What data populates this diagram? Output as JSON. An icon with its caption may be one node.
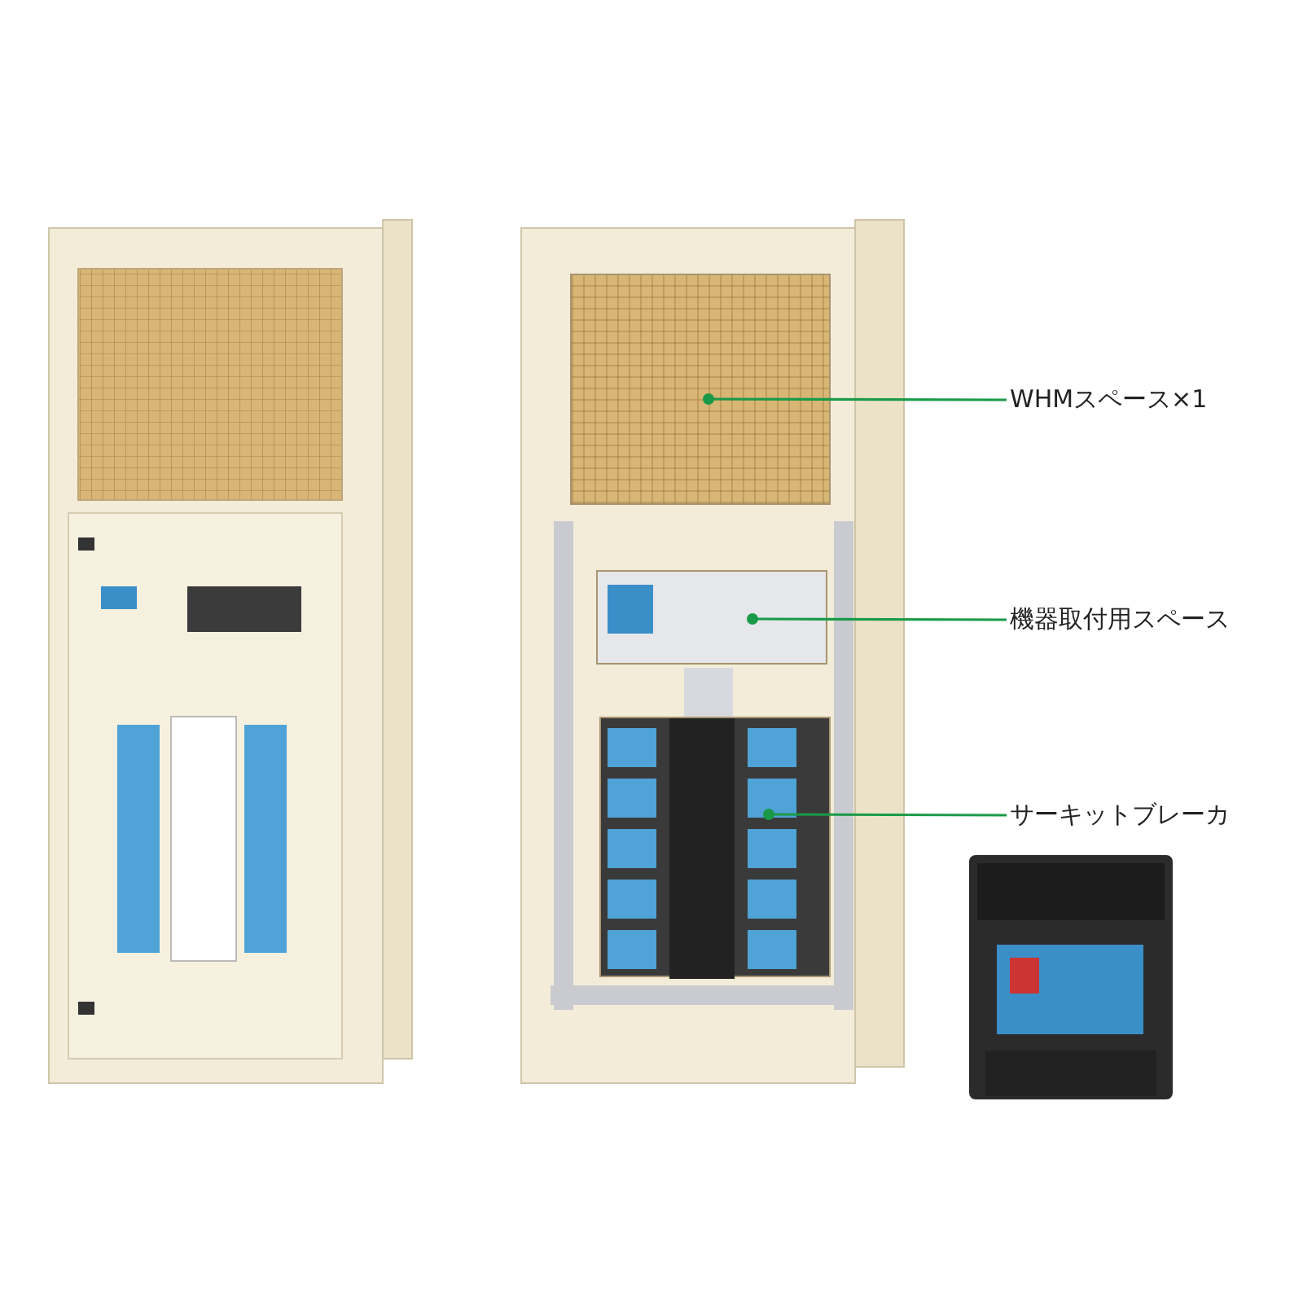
{
  "diagram": {
    "nodes": [
      {
        "text": [
          "WHMスペース×1"
        ]
      },
      {
        "text": [
          "機器取付用スペース"
        ]
      },
      {
        "text": [
          "サーキットブレーカ"
        ]
      },
      {
        "text": [],
        "shape": "box"
      },
      {
        "text": [],
        "shape": "box"
      },
      {
        "text": [],
        "shape": "box"
      }
    ],
    "edges": [
      {
        "from": 0,
        "to": 3,
        "arrow": "other"
      },
      {
        "from": 1,
        "to": 4,
        "arrow": "other"
      },
      {
        "from": 2,
        "to": 5,
        "arrow": "other"
      }
    ]
  }
}
